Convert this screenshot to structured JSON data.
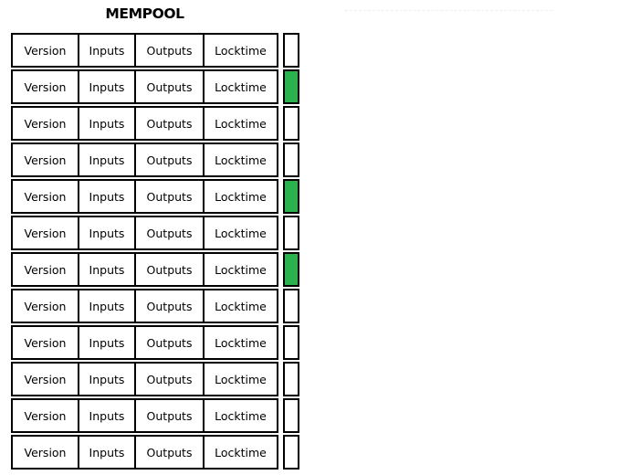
{
  "panel": {
    "title": "MEMPOOL"
  },
  "columns": {
    "version": "Version",
    "inputs": "Inputs",
    "outputs": "Outputs",
    "locktime": "Locktime"
  },
  "colors": {
    "confirmed": "#2cb14f",
    "pending": "#ffffff",
    "border": "#000000",
    "divider": "#efefef"
  },
  "transactions": [
    {
      "version": "Version",
      "inputs": "Inputs",
      "outputs": "Outputs",
      "locktime": "Locktime",
      "status": "pending"
    },
    {
      "version": "Version",
      "inputs": "Inputs",
      "outputs": "Outputs",
      "locktime": "Locktime",
      "status": "confirmed"
    },
    {
      "version": "Version",
      "inputs": "Inputs",
      "outputs": "Outputs",
      "locktime": "Locktime",
      "status": "pending"
    },
    {
      "version": "Version",
      "inputs": "Inputs",
      "outputs": "Outputs",
      "locktime": "Locktime",
      "status": "pending"
    },
    {
      "version": "Version",
      "inputs": "Inputs",
      "outputs": "Outputs",
      "locktime": "Locktime",
      "status": "confirmed"
    },
    {
      "version": "Version",
      "inputs": "Inputs",
      "outputs": "Outputs",
      "locktime": "Locktime",
      "status": "pending"
    },
    {
      "version": "Version",
      "inputs": "Inputs",
      "outputs": "Outputs",
      "locktime": "Locktime",
      "status": "confirmed"
    },
    {
      "version": "Version",
      "inputs": "Inputs",
      "outputs": "Outputs",
      "locktime": "Locktime",
      "status": "pending"
    },
    {
      "version": "Version",
      "inputs": "Inputs",
      "outputs": "Outputs",
      "locktime": "Locktime",
      "status": "pending"
    },
    {
      "version": "Version",
      "inputs": "Inputs",
      "outputs": "Outputs",
      "locktime": "Locktime",
      "status": "pending"
    },
    {
      "version": "Version",
      "inputs": "Inputs",
      "outputs": "Outputs",
      "locktime": "Locktime",
      "status": "pending"
    },
    {
      "version": "Version",
      "inputs": "Inputs",
      "outputs": "Outputs",
      "locktime": "Locktime",
      "status": "pending"
    }
  ]
}
